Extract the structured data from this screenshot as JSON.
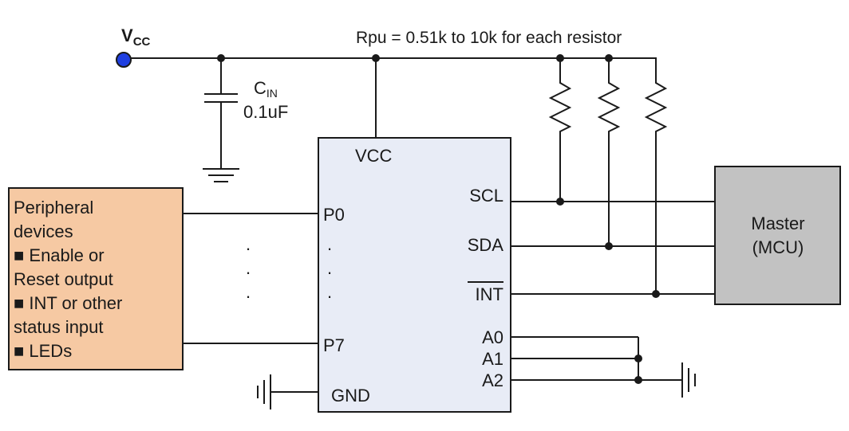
{
  "vcc_node": {
    "main": "V",
    "sub": "CC"
  },
  "rpu_note": "Rpu = 0.51k to 10k for each resistor",
  "cap": {
    "main": "C",
    "sub": "IN",
    "value": "0.1uF"
  },
  "ic": {
    "pins_left": [
      "P0",
      "P7"
    ],
    "pin_top": "VCC",
    "pin_bottom": "GND",
    "pins_right": [
      "SCL",
      "SDA",
      "INT",
      "A0",
      "A1",
      "A2"
    ],
    "ellipsis": "."
  },
  "peripheral_lines": [
    "Peripheral",
    "devices",
    "■ Enable or",
    "Reset output",
    "■ INT or other",
    "status input",
    "■ LEDs"
  ],
  "master_lines": [
    "Master",
    "(MCU)"
  ],
  "colors": {
    "ic_fill": "#e8ecf6",
    "peripheral_fill": "#f6c9a3",
    "master_fill": "#c2c2c2",
    "vcc_dot": "#1f3fe0",
    "line": "#1a1a1a"
  }
}
